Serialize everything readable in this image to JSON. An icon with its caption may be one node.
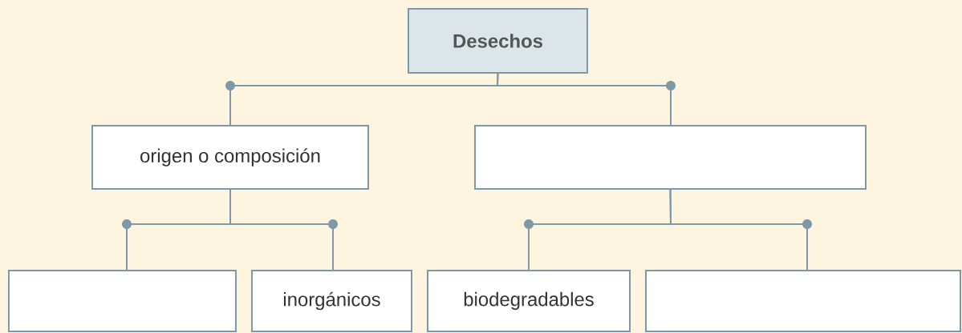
{
  "diagram": {
    "nodes": [
      {
        "text": [
          "Desechos"
        ]
      },
      {
        "text": [
          "origen o composición"
        ]
      },
      {
        "text": [],
        "shape": "box"
      },
      {
        "text": [],
        "shape": "box"
      },
      {
        "text": [
          "inorgánicos"
        ]
      },
      {
        "text": [
          "biodegradables"
        ]
      },
      {
        "text": [],
        "shape": "box"
      }
    ],
    "edges": [
      {
        "from": 0,
        "to": 1,
        "arrow": "none"
      },
      {
        "from": 0,
        "to": 2,
        "arrow": "none"
      },
      {
        "from": 1,
        "to": 3,
        "arrow": "none"
      },
      {
        "from": 1,
        "to": 4,
        "arrow": "none"
      },
      {
        "from": 2,
        "to": 5,
        "arrow": "none"
      },
      {
        "from": 2,
        "to": 6,
        "arrow": "none"
      }
    ]
  }
}
